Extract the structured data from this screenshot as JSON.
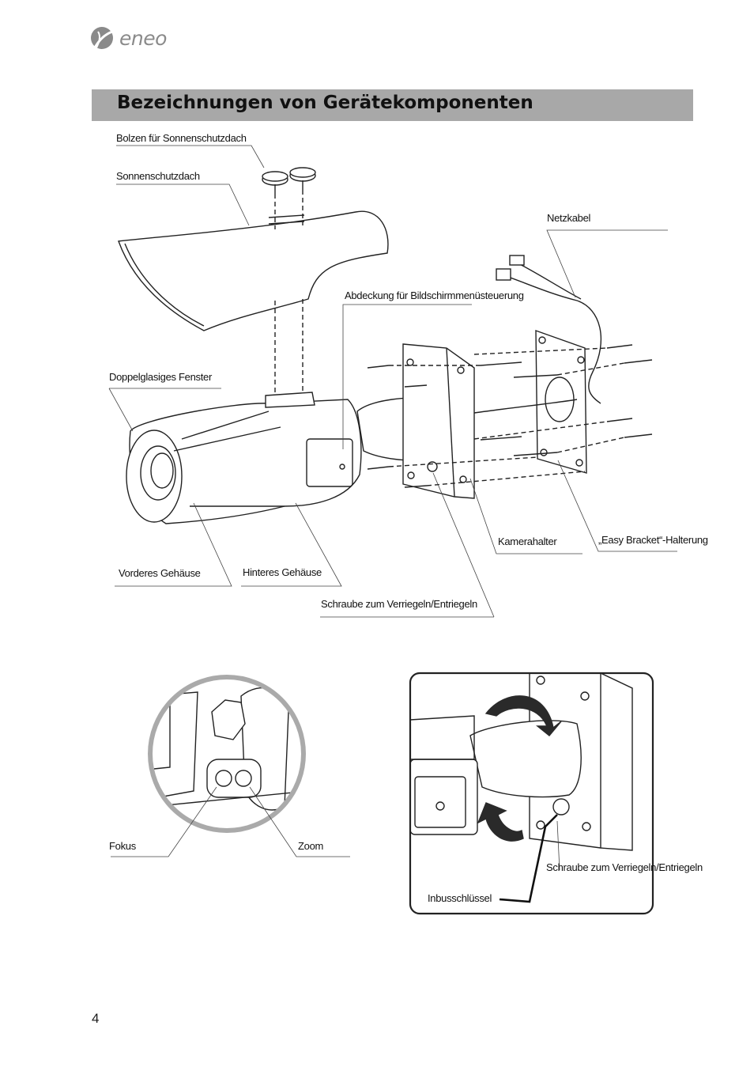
{
  "brand": {
    "logo_text": "eneo"
  },
  "heading": "Bezeichnungen von Gerätekomponenten",
  "labels": {
    "bolt": "Bolzen für Sonnenschutzdach",
    "sunshield": "Sonnenschutzdach",
    "power_cable": "Netzkabel",
    "osd_cover": "Abdeckung für Bildschirmmenüsteuerung",
    "window": "Doppelglasiges Fenster",
    "camera_mount": "Kamerahalter",
    "easy_bracket": "„Easy Bracket“-Halterung",
    "front_housing": "Vorderes Gehäuse",
    "rear_housing": "Hinteres Gehäuse",
    "lock_screw": "Schraube zum Verriegeln/Entriegeln",
    "focus": "Fokus",
    "zoom": "Zoom",
    "lock_screw_detail": "Schraube zum Verriegeln/Entriegeln",
    "hex_key": "Inbusschlüssel"
  },
  "page_number": "4"
}
